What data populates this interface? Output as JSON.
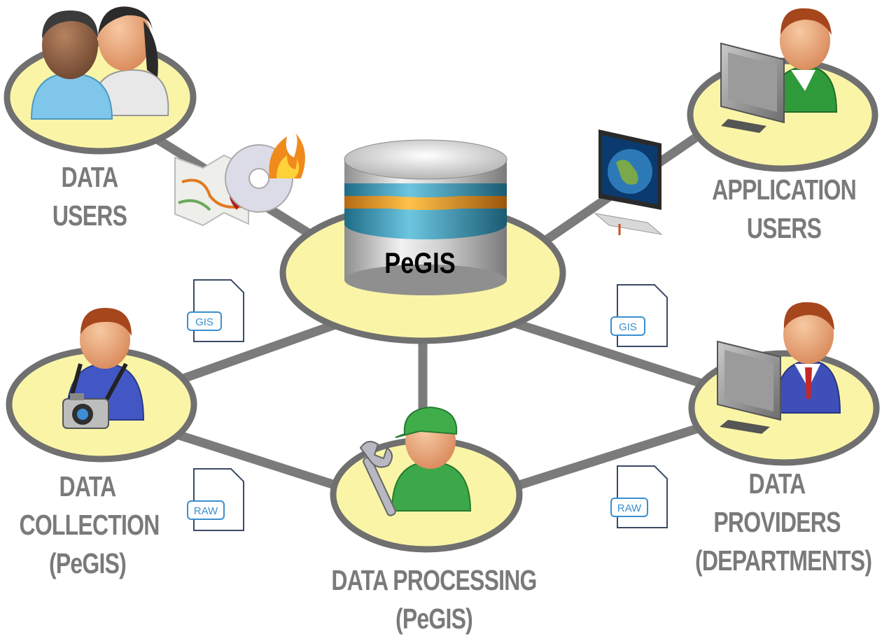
{
  "hub": {
    "label": "PeGIS"
  },
  "nodes": {
    "data_users": {
      "line1": "DATA",
      "line2": "USERS"
    },
    "application_users": {
      "line1": "APPLICATION",
      "line2": "USERS"
    },
    "data_collection": {
      "line1": "DATA",
      "line2": "COLLECTION",
      "line3": "(PeGIS)"
    },
    "data_processing": {
      "line1": "DATA PROCESSING",
      "line2": "(PeGIS)"
    },
    "data_providers": {
      "line1": "DATA",
      "line2": "PROVIDERS",
      "line3": "(DEPARTMENTS)"
    }
  },
  "file_tags": {
    "gis_left": "GIS",
    "gis_right": "GIS",
    "raw_left": "RAW",
    "raw_right": "RAW"
  },
  "icons": [
    "people-icon",
    "map-icon",
    "cd-fire-icon",
    "database-icon",
    "globe-monitor-icon",
    "computer-user-icon",
    "photographer-icon",
    "camera-icon",
    "mechanic-icon",
    "wrench-icon",
    "businessman-computer-icon",
    "document-icon"
  ],
  "colors": {
    "ellipse_fill": "#faf5a6",
    "ellipse_stroke": "#707070",
    "connector": "#7b7b7b",
    "label_text": "#7a7a7a",
    "tag_blue": "#3a8fd0"
  }
}
